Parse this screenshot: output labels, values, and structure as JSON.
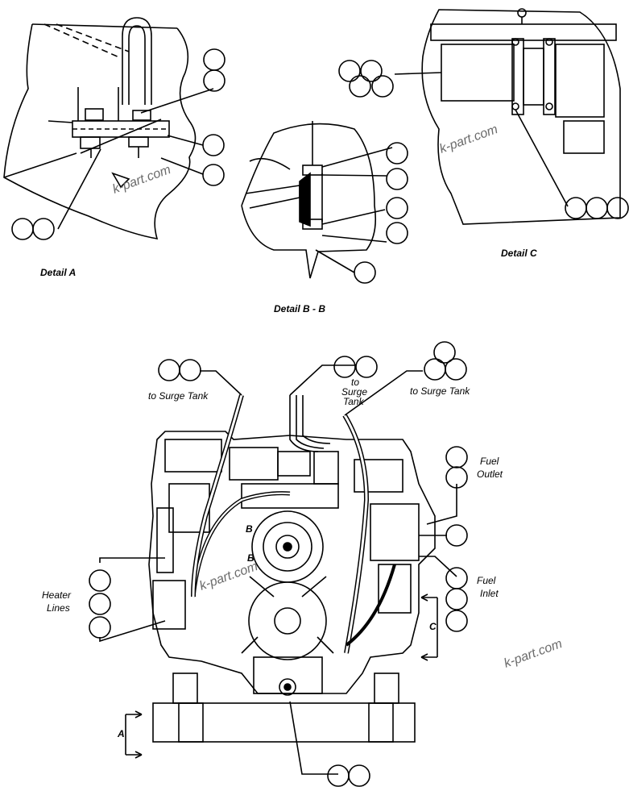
{
  "labels": {
    "detail_a": "Detail A",
    "detail_bb": "Detail B - B",
    "detail_c": "Detail C",
    "surge_tank_left": "to Surge Tank",
    "surge_tank_mid_1": "to",
    "surge_tank_mid_2": "Surge",
    "surge_tank_mid_3": "Tank",
    "surge_tank_right": "to Surge Tank",
    "fuel_outlet_1": "Fuel",
    "fuel_outlet_2": "Outlet",
    "fuel_inlet_1": "Fuel",
    "fuel_inlet_2": "Inlet",
    "heater_lines_1": "Heater",
    "heater_lines_2": "Lines",
    "section_a": "A",
    "section_b_upper": "B",
    "section_b_lower": "B",
    "section_c": "C"
  },
  "watermarks": {
    "wm1": "k-part.com",
    "wm2": "k-part.com",
    "wm3": "k-part.com",
    "wm4": "k-part.com"
  }
}
